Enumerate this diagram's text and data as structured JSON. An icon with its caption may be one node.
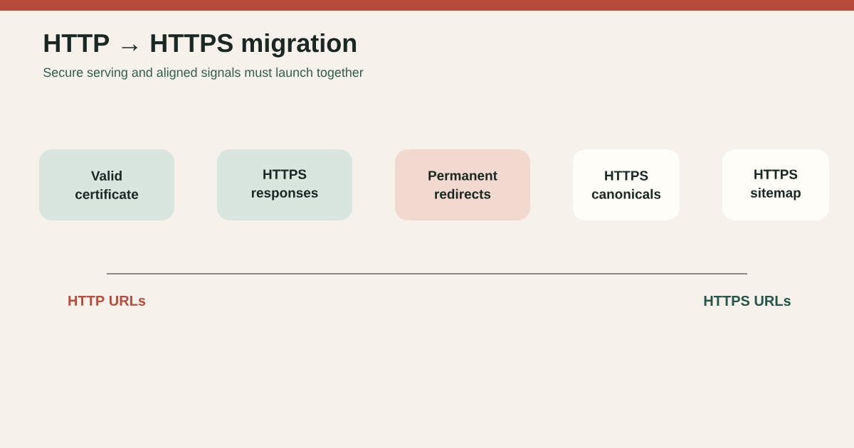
{
  "diagram": {
    "title": "HTTP → HTTPS migration",
    "nodes": [
      {
        "text": [],
        "shape": "bar"
      },
      {
        "text": [
          "Valid certificate"
        ]
      },
      {
        "text": [
          "HTTPS responses"
        ]
      },
      {
        "text": [
          "Permanent redirects"
        ]
      },
      {
        "text": [
          "HTTPS canonicals"
        ]
      },
      {
        "text": [
          "HTTPS sitemap"
        ]
      }
    ],
    "labels": [
      "Secure serving and aligned signals must launch together",
      "HTTP URLs",
      "HTTPS URLs"
    ]
  }
}
